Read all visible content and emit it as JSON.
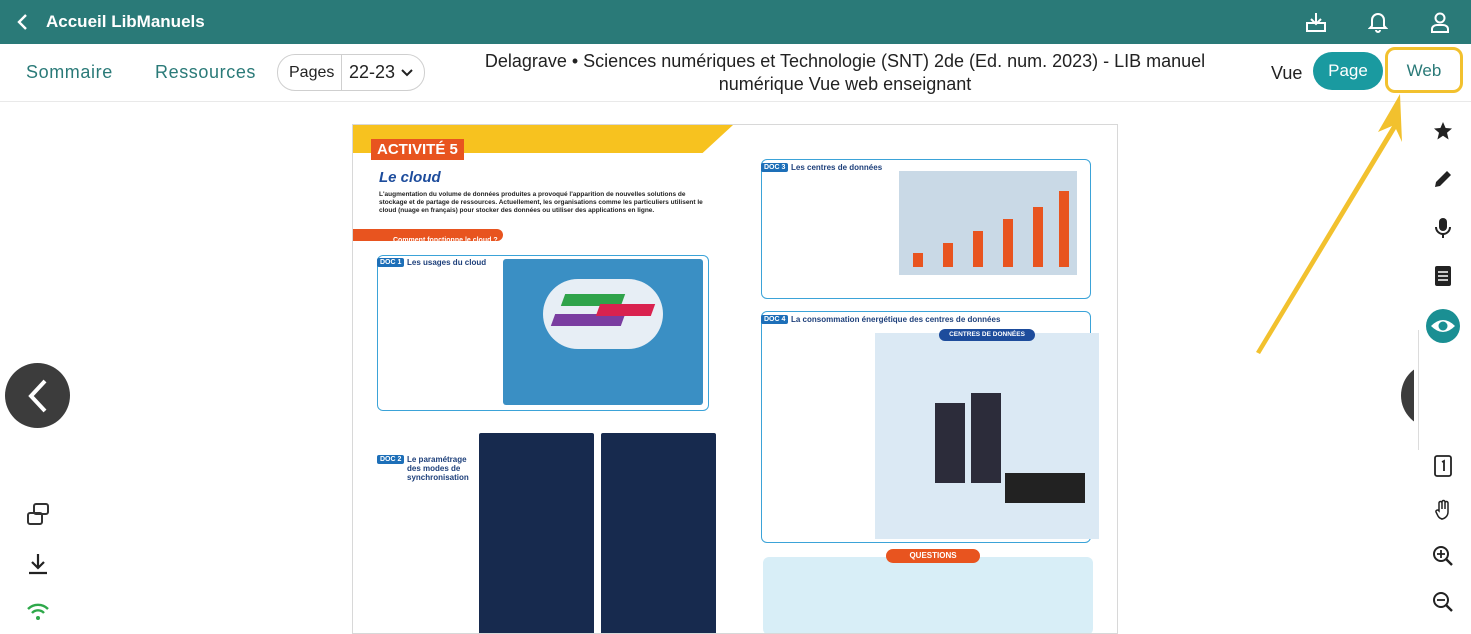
{
  "topbar": {
    "back_label": "Accueil LibManuels",
    "icons": [
      "download-screen-icon",
      "bell-icon",
      "user-icon"
    ]
  },
  "toolbar": {
    "sommaire": "Sommaire",
    "ressources": "Ressources",
    "pages_label": "Pages",
    "pages_value": "22-23",
    "doc_title_line1": "Delagrave • Sciences numériques et Technologie (SNT) 2de (Ed. num. 2023) - LIB manuel",
    "doc_title_line2": "numérique Vue web enseignant",
    "vue_label": "Vue",
    "page_btn": "Page",
    "web_btn": "Web"
  },
  "colors": {
    "topbar": "#2a7a78",
    "accent": "#1a9aa0",
    "highlight": "#f2c12e"
  },
  "page_content": {
    "activite": "ACTIVITÉ 5",
    "title": "Le cloud",
    "question": "Comment fonctionne le cloud ?",
    "doc1": "DOC 1",
    "doc1_title": "Les usages du cloud",
    "doc2": "DOC 2",
    "doc2_title": "Le paramétrage des modes de synchronisation",
    "doc3": "DOC 3",
    "doc3_title": "Les centres de données",
    "doc4": "DOC 4",
    "doc4_title": "La consommation énergétique des centres de données",
    "centres": "CENTRES DE DONNÉES",
    "questions": "QUESTIONS",
    "intro": "L'augmentation du volume de données produites a provoqué l'apparition de nouvelles solutions de stockage et de partage de ressources. Actuellement, les organisations comme les particuliers utilisent le cloud (nuage en français) pour stocker des données ou utiliser des applications en ligne."
  }
}
